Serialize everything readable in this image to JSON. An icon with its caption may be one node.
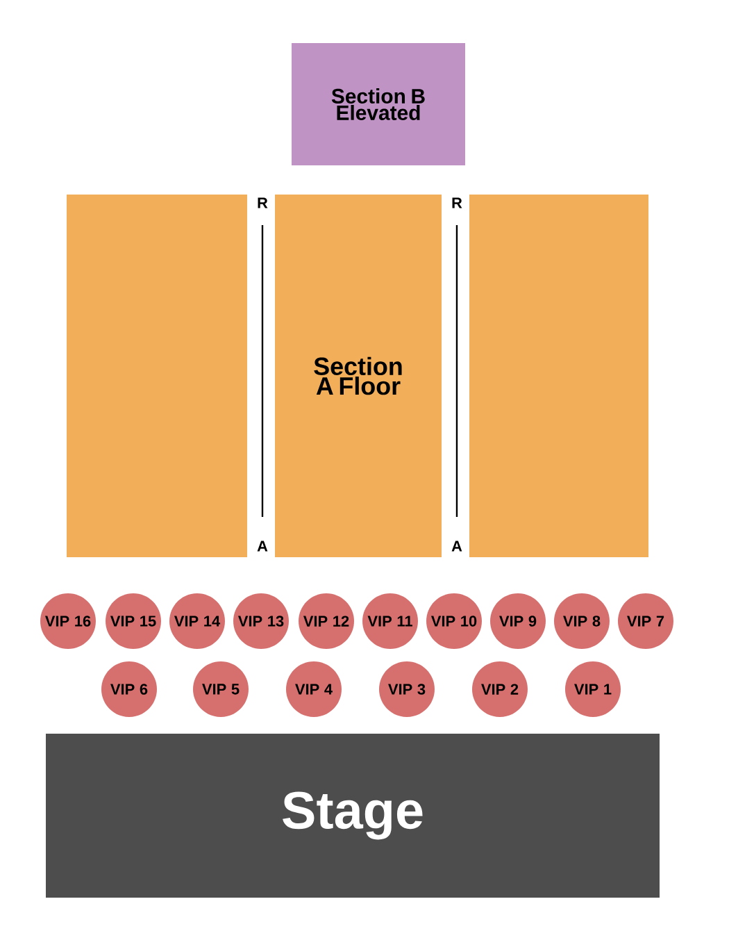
{
  "diagram": {
    "nodes": [
      {
        "text": [
          "Section B Elevated"
        ]
      },
      {
        "text": [],
        "shape": "box"
      },
      {
        "text": [
          "Section A Floor"
        ]
      },
      {
        "text": [],
        "shape": "box"
      },
      {
        "text": [
          "VIP 16"
        ]
      },
      {
        "text": [
          "VIP 15"
        ]
      },
      {
        "text": [
          "VIP 14"
        ]
      },
      {
        "text": [
          "VIP 13"
        ]
      },
      {
        "text": [
          "VIP 12"
        ]
      },
      {
        "text": [
          "VIP 11"
        ]
      },
      {
        "text": [
          "VIP 10"
        ]
      },
      {
        "text": [
          "VIP 9"
        ]
      },
      {
        "text": [
          "VIP 8"
        ]
      },
      {
        "text": [
          "VIP 7"
        ]
      },
      {
        "text": [
          "VIP 6"
        ]
      },
      {
        "text": [
          "VIP 5"
        ]
      },
      {
        "text": [
          "VIP 4"
        ]
      },
      {
        "text": [
          "VIP 3"
        ]
      },
      {
        "text": [
          "VIP 2"
        ]
      },
      {
        "text": [
          "VIP 1"
        ]
      },
      {
        "text": [
          "Stage"
        ]
      }
    ],
    "labels": [
      "R",
      "R",
      "A",
      "A"
    ]
  }
}
